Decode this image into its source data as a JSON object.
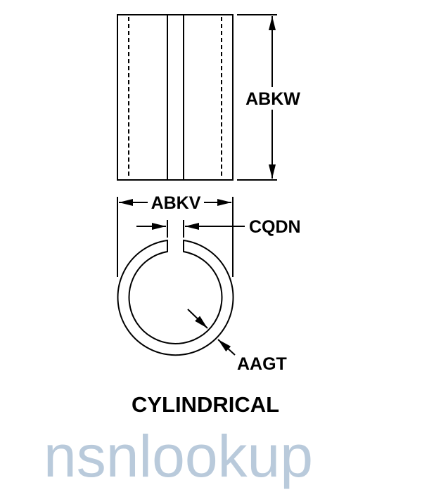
{
  "watermark": {
    "text": "nsnlookup",
    "color": "#b9cadb",
    "dot_color": "#f0a060"
  },
  "labels": {
    "length": "ABKW",
    "outside_diameter": "ABKV",
    "gap": "CQDN",
    "wall_thickness": "AAGT"
  },
  "caption": "CYLINDRICAL"
}
